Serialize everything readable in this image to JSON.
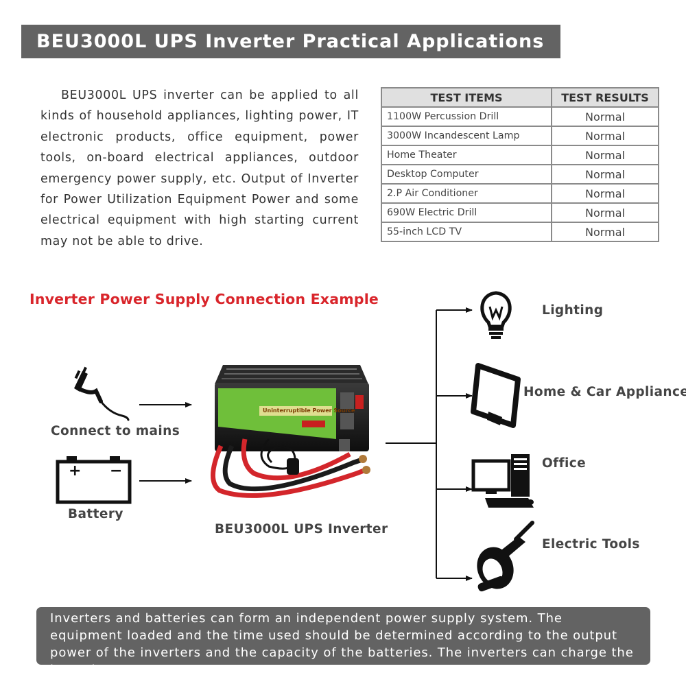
{
  "title": "BEU3000L UPS Inverter Practical Applications",
  "intro": "BEU3000L UPS inverter can be applied to all kinds of household appliances, lighting power, IT electronic products, office equipment, power tools, on-board electrical appliances, outdoor emergency power supply, etc. Output of Inverter for Power Utilization Equipment Power and some electrical equipment with high starting current may not be able to drive.",
  "table": {
    "headers": [
      "TEST ITEMS",
      "TEST RESULTS"
    ],
    "rows": [
      {
        "item": "1100W Percussion Drill",
        "result": "Normal"
      },
      {
        "item": "3000W Incandescent Lamp",
        "result": "Normal"
      },
      {
        "item": "Home Theater",
        "result": "Normal"
      },
      {
        "item": "Desktop Computer",
        "result": "Normal"
      },
      {
        "item": "2.P Air Conditioner",
        "result": "Normal"
      },
      {
        "item": "690W Electric Drill",
        "result": "Normal"
      },
      {
        "item": "55-inch LCD TV",
        "result": "Normal"
      }
    ]
  },
  "diagram": {
    "title": "Inverter Power Supply Connection Example",
    "inputs": {
      "mains": "Connect to mains",
      "battery": "Battery",
      "battery_plus": "+",
      "battery_minus": "−"
    },
    "inverter_label": "BEU3000L UPS Inverter",
    "inverter_panel_text": "Uninterruptible Power Source",
    "outputs": [
      "Lighting",
      "Home & Car Appliances",
      "Office",
      "Electric Tools"
    ]
  },
  "footer": "Inverters and batteries can form an independent power supply system. The equipment loaded and the time used should be determined according to the output power of the inverters and the capacity of the batteries. The inverters can charge the batteries.",
  "colors": {
    "title_bar": "#636363",
    "section_title": "#d9252b",
    "table_header": "#e0e0e0",
    "inverter_panel": "#6fbf3a",
    "cable_red": "#d3262b"
  },
  "icons": [
    "plug-icon",
    "battery-icon",
    "bulb-icon",
    "monitor-icon",
    "computer-icon",
    "angle-grinder-icon"
  ]
}
